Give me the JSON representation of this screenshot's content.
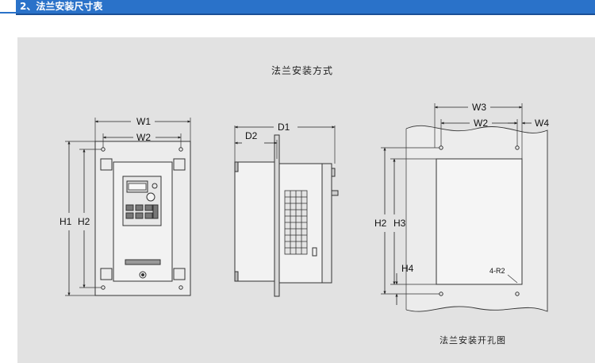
{
  "header": {
    "title": "2、法兰安装尺寸表"
  },
  "figure": {
    "top_caption": "法兰安装方式",
    "bottom_caption": "法兰安装开孔图",
    "labels": {
      "w1": "W1",
      "w2_front": "W2",
      "h1": "H1",
      "h2_front": "H2",
      "d1": "D1",
      "d2": "D2",
      "w3": "W3",
      "w2_cutout": "W2",
      "w4": "W4",
      "h2_cutout": "H2",
      "h3": "H3",
      "h4": "H4",
      "radius": "4-R2"
    }
  },
  "colors": {
    "header_bg": "#2a72c9",
    "panel_bg": "#e2e2e2"
  }
}
